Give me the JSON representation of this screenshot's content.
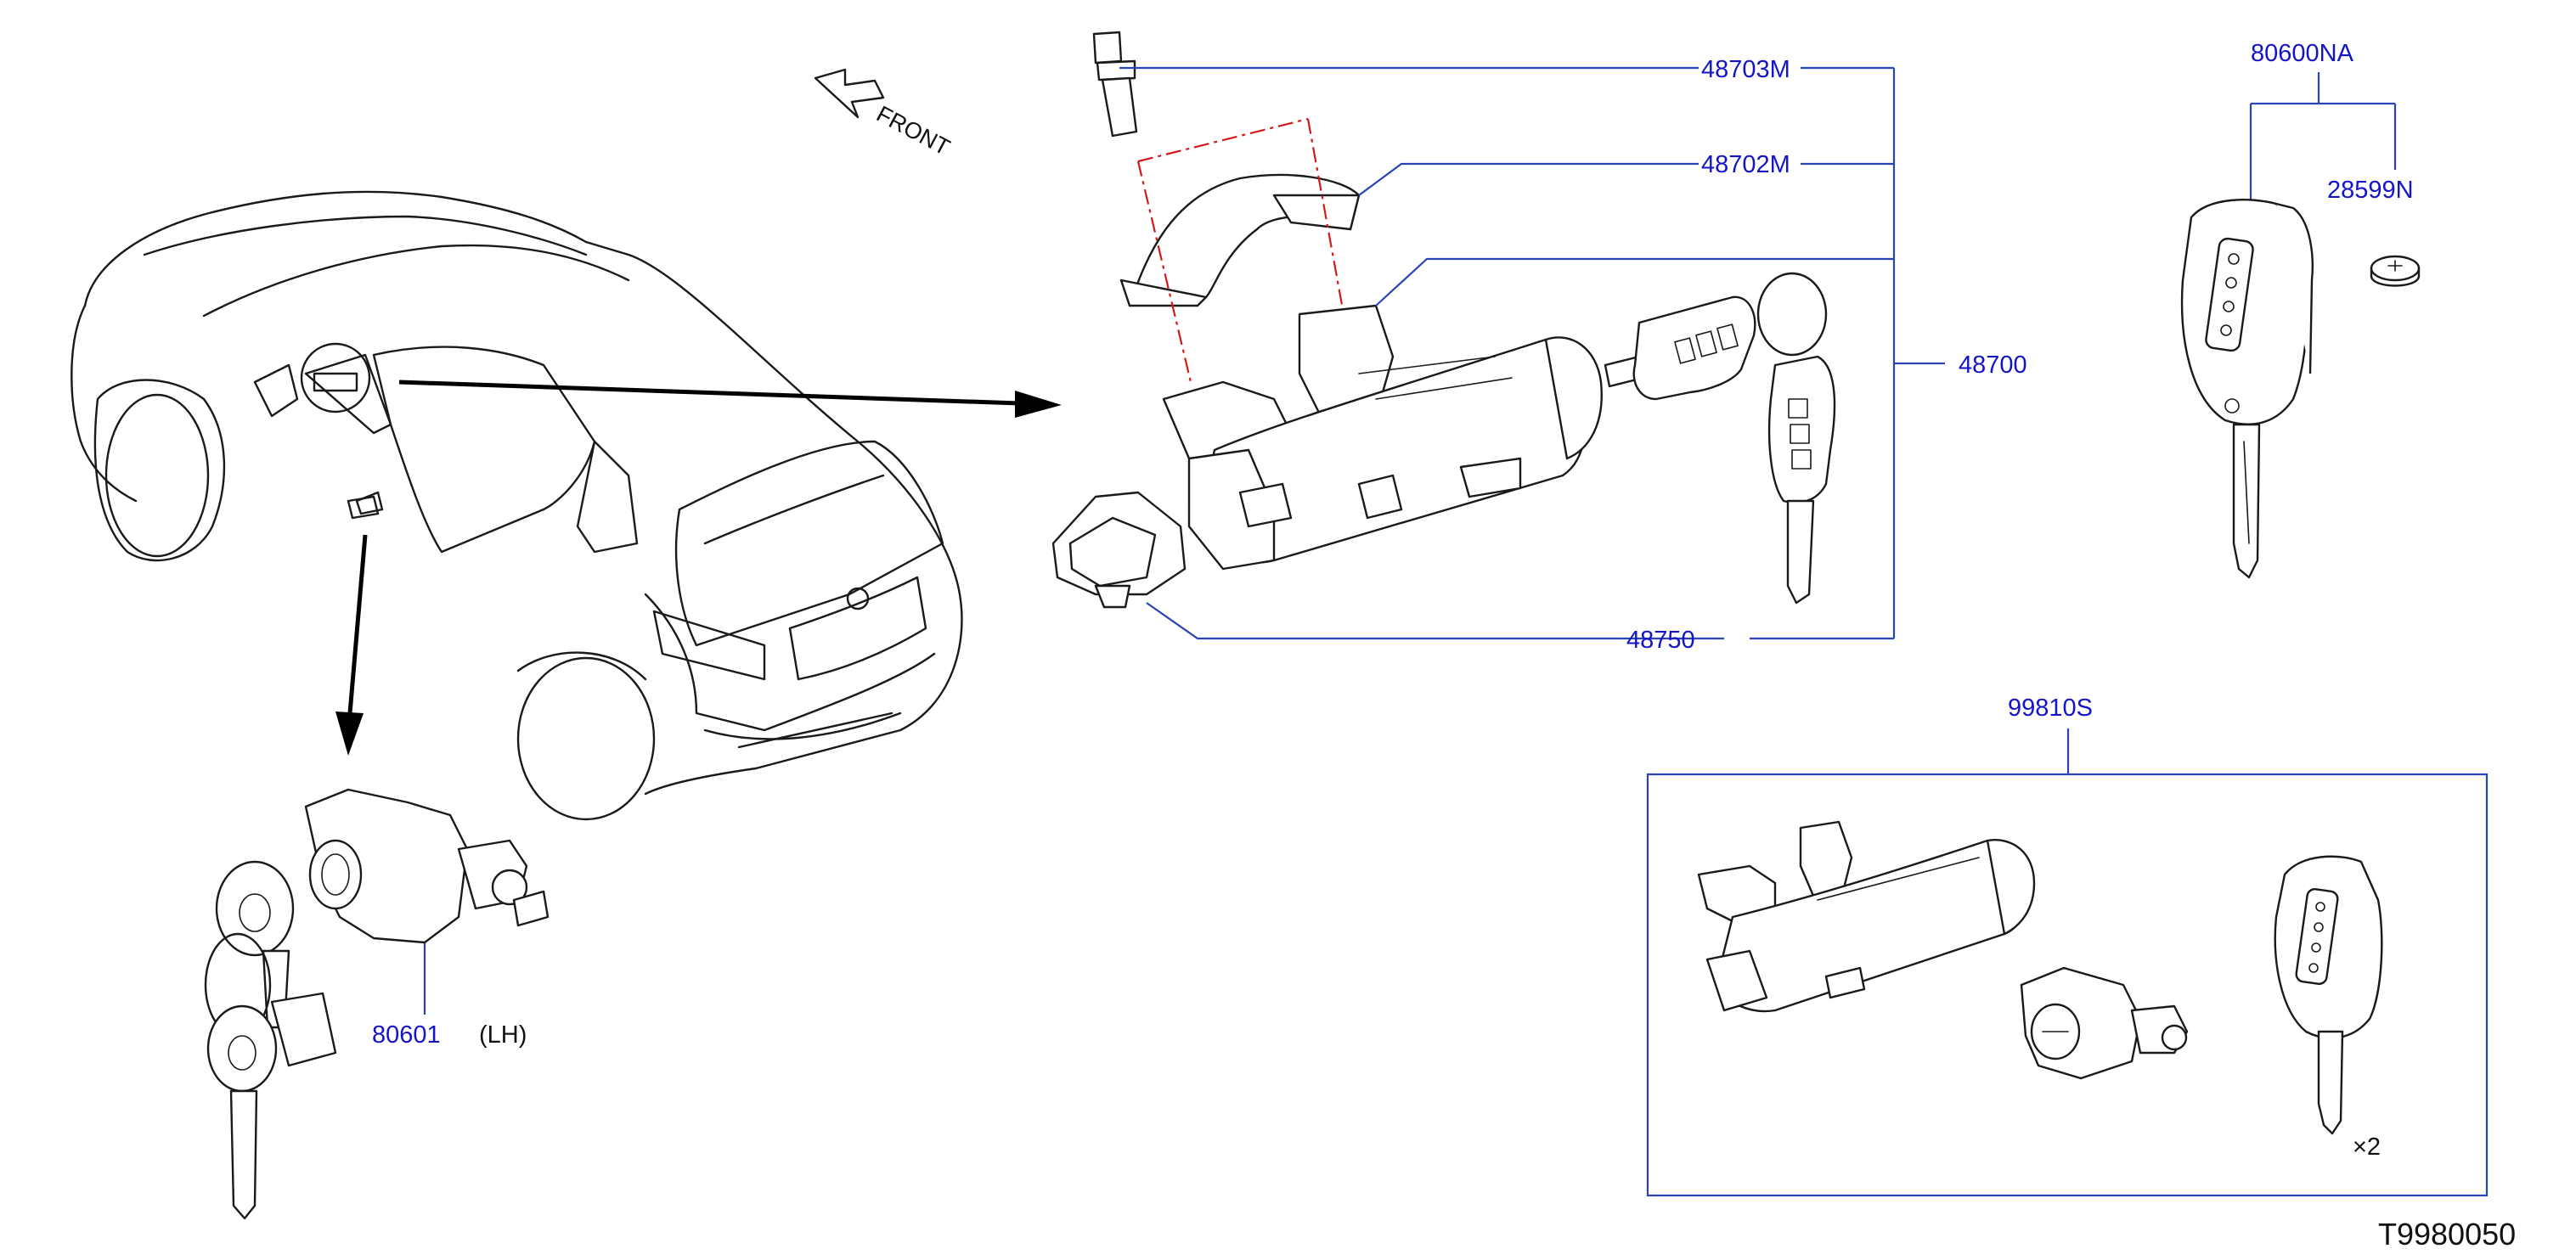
{
  "parts": {
    "p48703M": "48703M",
    "p48702M": "48702M",
    "p48700": "48700",
    "p48750": "48750",
    "p80600NA": "80600NA",
    "p28599N": "28599N",
    "p99810S": "99810S",
    "p80601": "80601"
  },
  "labels": {
    "front": "FRONT",
    "lh": "(LH)",
    "qty": "×2",
    "ref": "T9980050"
  },
  "colors": {
    "part_number": "#1515c8",
    "leader_line": "#2a44b8",
    "centerline": "#d11a1a",
    "linework": "#1a1a1a"
  }
}
